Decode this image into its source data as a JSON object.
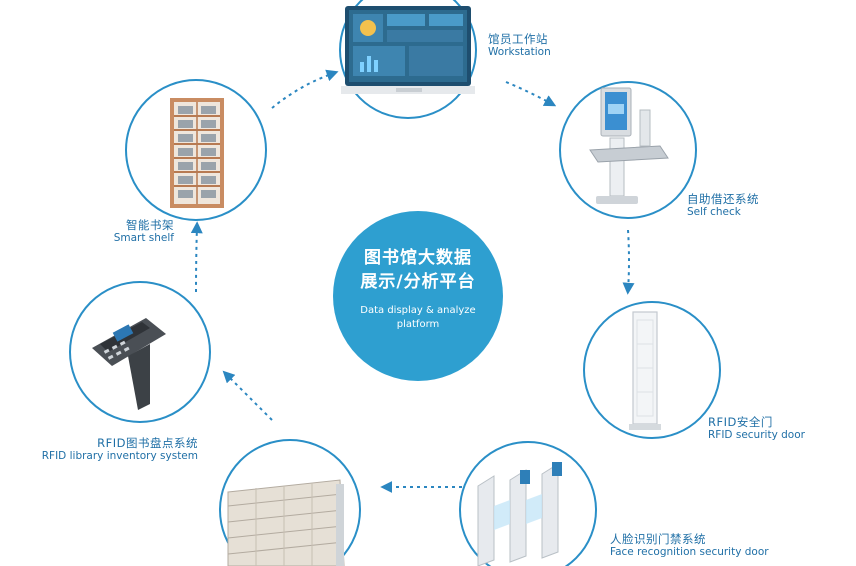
{
  "hub": {
    "title_line1": "图书馆大数据",
    "title_line2": "展示/分析平台",
    "subtitle_line1": "Data display & analyze",
    "subtitle_line2": "platform"
  },
  "nodes": [
    {
      "id": "workstation",
      "cn": "馆员工作站",
      "en": "Workstation"
    },
    {
      "id": "self-check",
      "cn": "自助借还系统",
      "en": "Self check"
    },
    {
      "id": "rfid-door",
      "cn": "RFID安全门",
      "en": "RFID security door"
    },
    {
      "id": "face-door",
      "cn": "人脸识别门禁系统",
      "en": "Face recognition security door"
    },
    {
      "id": "inventory",
      "cn": "RFID图书盘点系统",
      "en": "RFID library inventory system"
    },
    {
      "id": "smart-shelf",
      "cn": "智能书架",
      "en": "Smart shelf"
    }
  ],
  "colors": {
    "hub": "#2e9fd0",
    "ring": "#2a8fc7",
    "arrow": "#2b86c0",
    "label": "#1f6fa6"
  },
  "icons": [
    "monitor-icon",
    "kiosk-icon",
    "gate-icon",
    "turnstile-icon",
    "scanner-icon",
    "bookshelf-icon"
  ]
}
